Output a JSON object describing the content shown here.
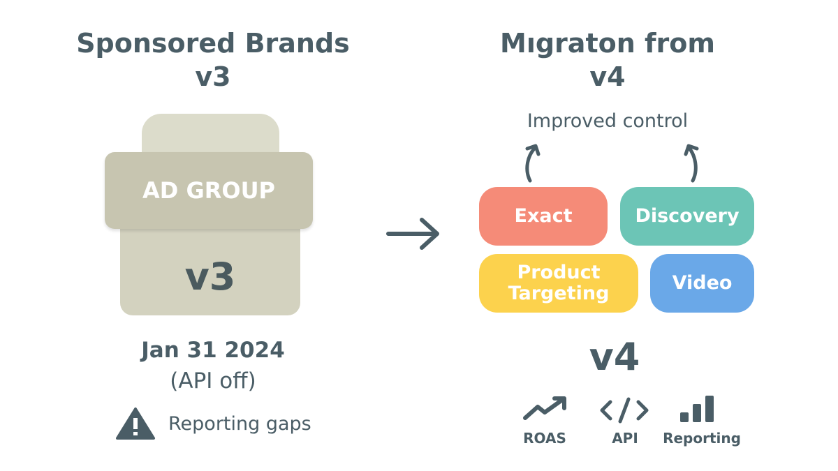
{
  "left": {
    "title_line1": "Sponsored Brands",
    "title_line2": "v3",
    "ad_group_label": "AD GROUP",
    "version_label": "v3",
    "date": "Jan 31 2024",
    "date_note": "(API off)",
    "warning": "Reporting gaps"
  },
  "right": {
    "title_line1": "Mıgraton  from",
    "title_line2": "v4",
    "subtitle": "Improved control",
    "pills": [
      {
        "label": "Exact",
        "color": "#f58b78"
      },
      {
        "label": "Discovery",
        "color": "#6cc5b6"
      },
      {
        "label": "Product Targeting",
        "color": "#fcd24d"
      },
      {
        "label": "Video",
        "color": "#6aa8e8"
      }
    ],
    "version_label": "v4",
    "features": [
      {
        "label": "ROAS",
        "icon": "trend-up-icon"
      },
      {
        "label": "API",
        "icon": "code-icon"
      },
      {
        "label": "Reporting",
        "icon": "bar-chart-icon"
      }
    ]
  }
}
